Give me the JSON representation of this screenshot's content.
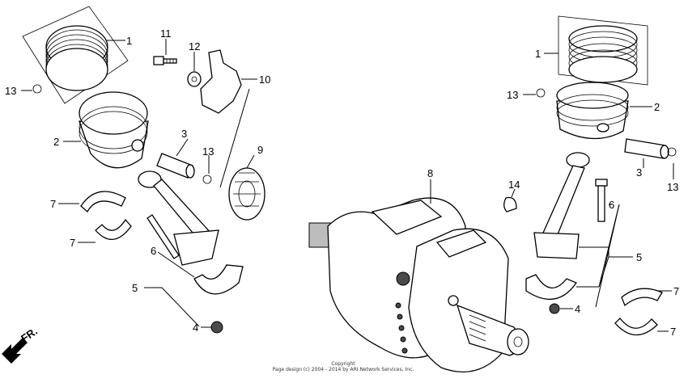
{
  "labels": {
    "l1a": "1",
    "l2a": "2",
    "l3a": "3",
    "l4a": "4",
    "l5a": "5",
    "l6a": "6",
    "l7a": "7",
    "l7b": "7",
    "l9": "9",
    "l10": "10",
    "l11": "11",
    "l12": "12",
    "l13a": "13",
    "l13b": "13",
    "l1b": "1",
    "l2b": "2",
    "l3b": "3",
    "l4b": "4",
    "l5b": "5",
    "l6b": "6",
    "l7c": "7",
    "l7d": "7",
    "l8": "8",
    "l13c": "13",
    "l13d": "13",
    "l14": "14"
  },
  "front_marker": "FR.",
  "copyright": {
    "line1": "Copyright",
    "line2": "Page design (c) 2004 - 2014 by ARI Network Services, Inc."
  },
  "icons": {
    "front_arrow": "arrow-down-left-icon"
  }
}
